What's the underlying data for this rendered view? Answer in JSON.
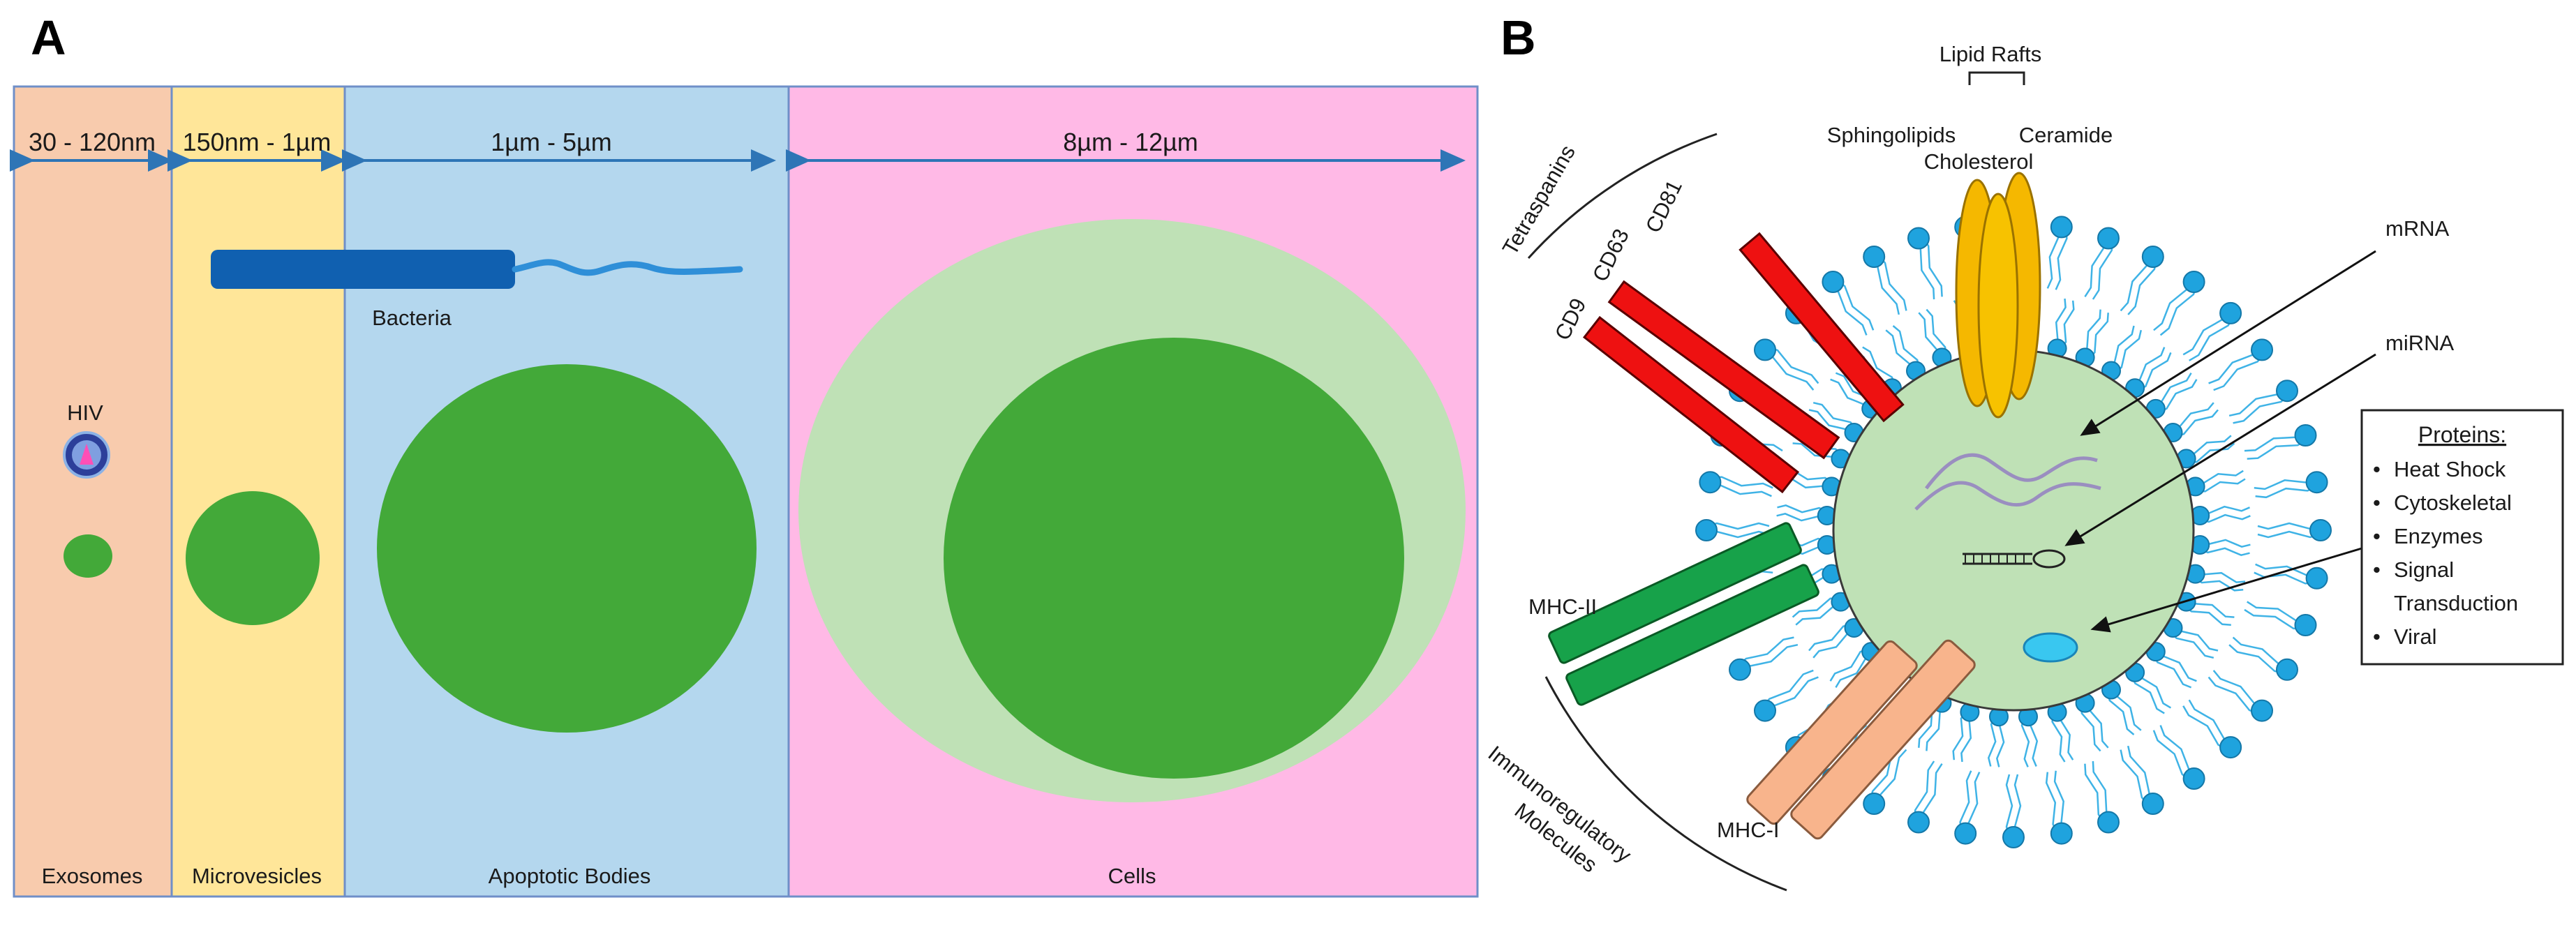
{
  "panel_a": {
    "letter": "A",
    "sizes": {
      "exosomes": "30 - 120nm",
      "microvesicles": "150nm - 1µm",
      "apoptotic": "1µm - 5µm",
      "cells": "8µm - 12µm"
    },
    "names": {
      "exosomes": "Exosomes",
      "microvesicles": "Microvesicles",
      "apoptotic": "Apoptotic Bodies",
      "cells": "Cells"
    },
    "hiv_label": "HIV",
    "bacteria_label": "Bacteria"
  },
  "panel_b": {
    "letter": "B",
    "lipid_rafts": "Lipid Rafts",
    "sphingolipids": "Sphingolipids",
    "ceramide": "Ceramide",
    "cholesterol": "Cholesterol",
    "tetraspanins": "Tetraspanins",
    "cd81": "CD81",
    "cd63": "CD63",
    "cd9": "CD9",
    "mrna": "mRNA",
    "mirna": "miRNA",
    "mhc2": "MHC-II",
    "mhc1": "MHC-I",
    "immuno_line1": "Immunoregulatory",
    "immuno_line2": "Molecules",
    "proteins_title": "Proteins:",
    "proteins": [
      "Heat Shock",
      "Cytoskeletal",
      "Enzymes",
      "Signal",
      "Transduction",
      "Viral"
    ]
  },
  "colors": {
    "exosome_bg": "#f8cbad",
    "microvesicle_bg": "#ffe699",
    "apoptotic_bg": "#b4d7ee",
    "cells_bg": "#ffb9e6",
    "dark_green": "#43a939",
    "light_green": "#bfe1b6",
    "bacteria": "#1060b0",
    "lipid_head": "#1fa3de",
    "tetraspanin": "#ee1111",
    "raft": "#f5b800",
    "mhc2": "#17a24a",
    "mhc1": "#f8b48c"
  }
}
